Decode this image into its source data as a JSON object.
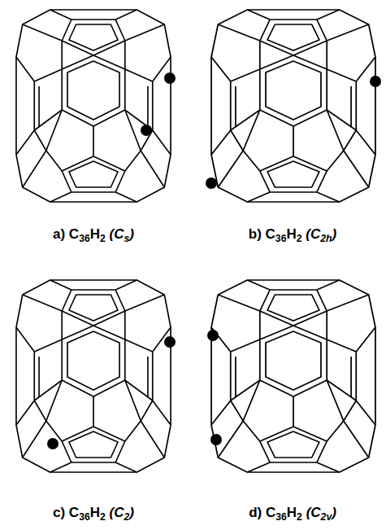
{
  "diagram": {
    "labels": [
      "a) C36H2 (Cs)",
      "b) C36H2 (C2h)",
      "c) C36H2 (C2)",
      "d) C36H2 (C2v)"
    ]
  }
}
